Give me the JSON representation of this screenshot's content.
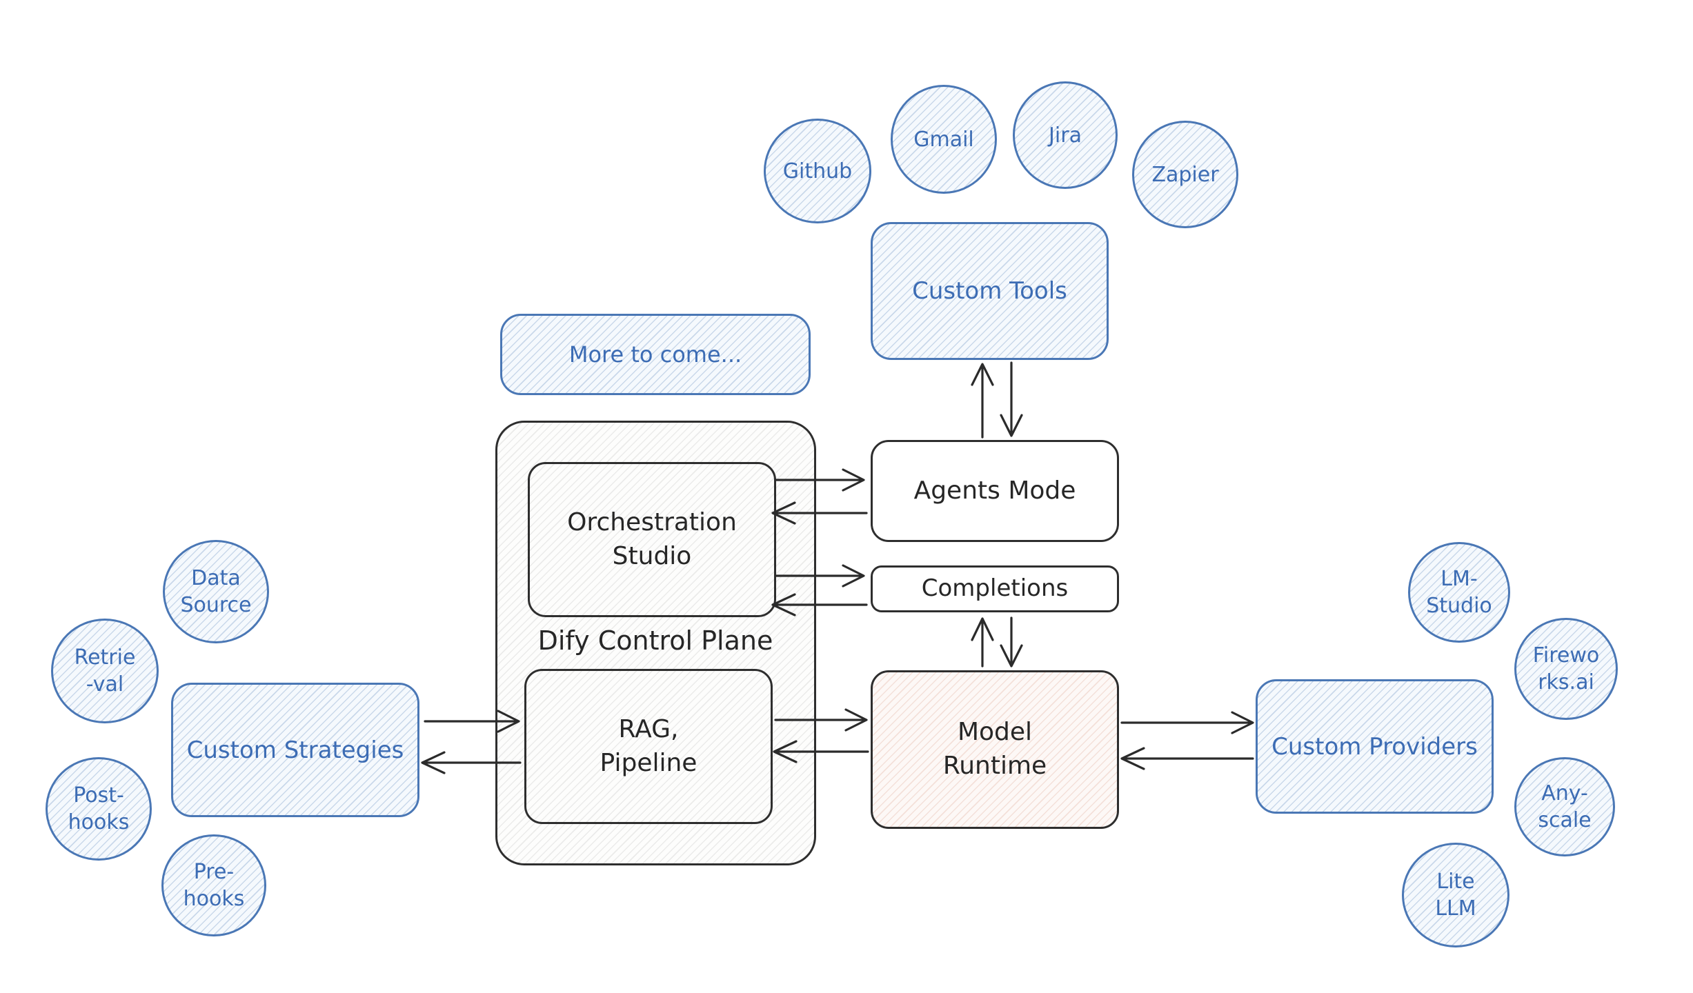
{
  "colors": {
    "blue_stroke": "#4a77b5",
    "blue_text": "#3c6cb4",
    "ink": "#2e2e2e",
    "blue_fill": "#f5f9fd",
    "gray_fill": "#fdfdfc",
    "pink_fill": "#fdf8f6"
  },
  "nodes": {
    "github": "Github",
    "gmail": "Gmail",
    "jira": "Jira",
    "zapier": "Zapier",
    "custom_tools": "Custom Tools",
    "more_to_come": "More to come...",
    "agents_mode": "Agents Mode",
    "completions": "Completions",
    "orchestration_studio": "Orchestration\nStudio",
    "dify_control_plane": "Dify Control Plane",
    "rag_pipeline": "RAG,\nPipeline",
    "model_runtime": "Model\nRuntime",
    "custom_strategies": "Custom Strategies",
    "custom_providers": "Custom Providers",
    "data_source": "Data\nSource",
    "retrieval": "Retrie\n-val",
    "post_hooks": "Post-\nhooks",
    "pre_hooks": "Pre-\nhooks",
    "lm_studio": "LM-\nStudio",
    "fireworks": "Firewo\nrks.ai",
    "anyscale": "Any-\nscale",
    "lite_llm": "Lite\nLLM"
  },
  "edges": [
    {
      "from": "custom_tools",
      "to": "agents_mode",
      "type": "bidirectional"
    },
    {
      "from": "orchestration_studio",
      "to": "agents_mode",
      "type": "bidirectional"
    },
    {
      "from": "orchestration_studio",
      "to": "completions",
      "type": "bidirectional"
    },
    {
      "from": "completions",
      "to": "model_runtime",
      "type": "bidirectional"
    },
    {
      "from": "custom_strategies",
      "to": "rag_pipeline",
      "type": "bidirectional"
    },
    {
      "from": "rag_pipeline",
      "to": "model_runtime",
      "type": "bidirectional"
    },
    {
      "from": "model_runtime",
      "to": "custom_providers",
      "type": "bidirectional"
    }
  ]
}
